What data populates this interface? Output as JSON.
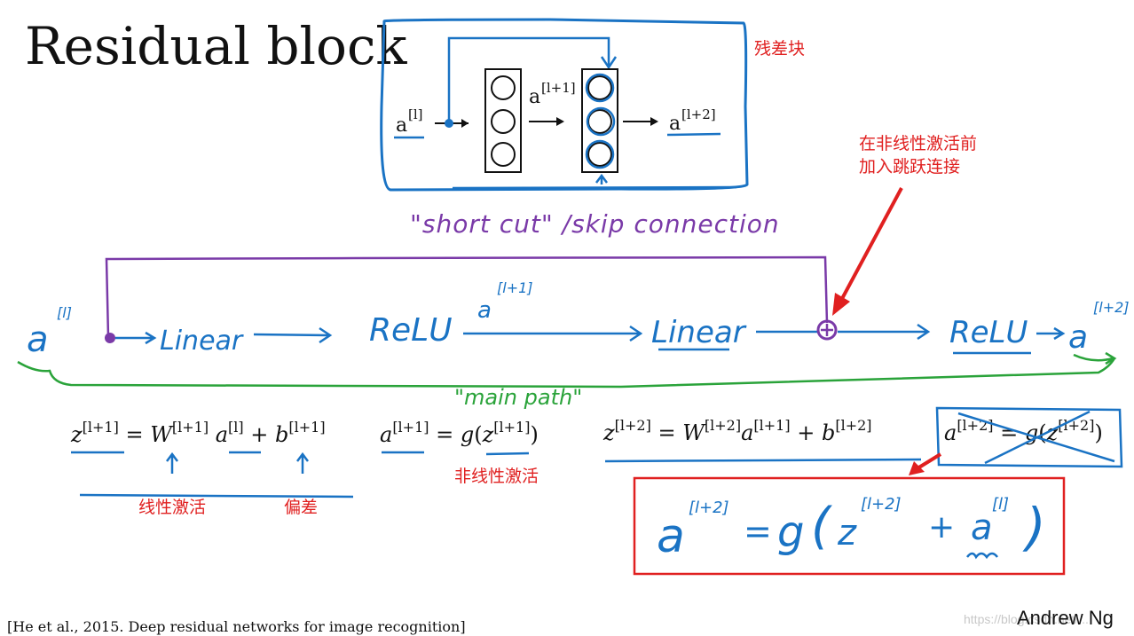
{
  "title": "Residual block",
  "annotations": {
    "residual_block_cn": "残差块",
    "skip_before_activation_line1": "在非线性激活前",
    "skip_before_activation_line2": "加入跳跃连接",
    "nonlinear_activation_cn": "非线性激活",
    "linear_activation_cn": "线性激活",
    "bias_cn": "偏差"
  },
  "block": {
    "input": "a[l]",
    "hidden": "a[l+1]",
    "output": "a[l+2]"
  },
  "handwriting": {
    "shortcut": "\"short cut\" /skip connection",
    "main_path": "\"main path\"",
    "flow": {
      "input": "a[l]",
      "linear1": "Linear",
      "relu1": "ReLU",
      "mid": "a[l+1]",
      "linear2": "Linear",
      "relu2": "ReLU",
      "output": "a[l+2]"
    },
    "result": "a[l+2] = g( z[l+2] + a[l] )"
  },
  "equations": {
    "z1": "z[l+1] = W[l+1] a[l] + b[l+1]",
    "a1": "a[l+1] = g(z[l+1])",
    "z2": "z[l+2] = W[l+2]a[l+1] + b[l+2]",
    "a2": "a[l+2] = g(z[l+2])"
  },
  "citation": "[He et al., 2015. Deep residual networks for image recognition]",
  "author": "Andrew Ng",
  "watermark": "https://blog.csdn.net/...",
  "colors": {
    "blue": "#1a73c4",
    "purple": "#7a3aa8",
    "green": "#2aa33a",
    "red": "#e02020",
    "black": "#111111"
  }
}
